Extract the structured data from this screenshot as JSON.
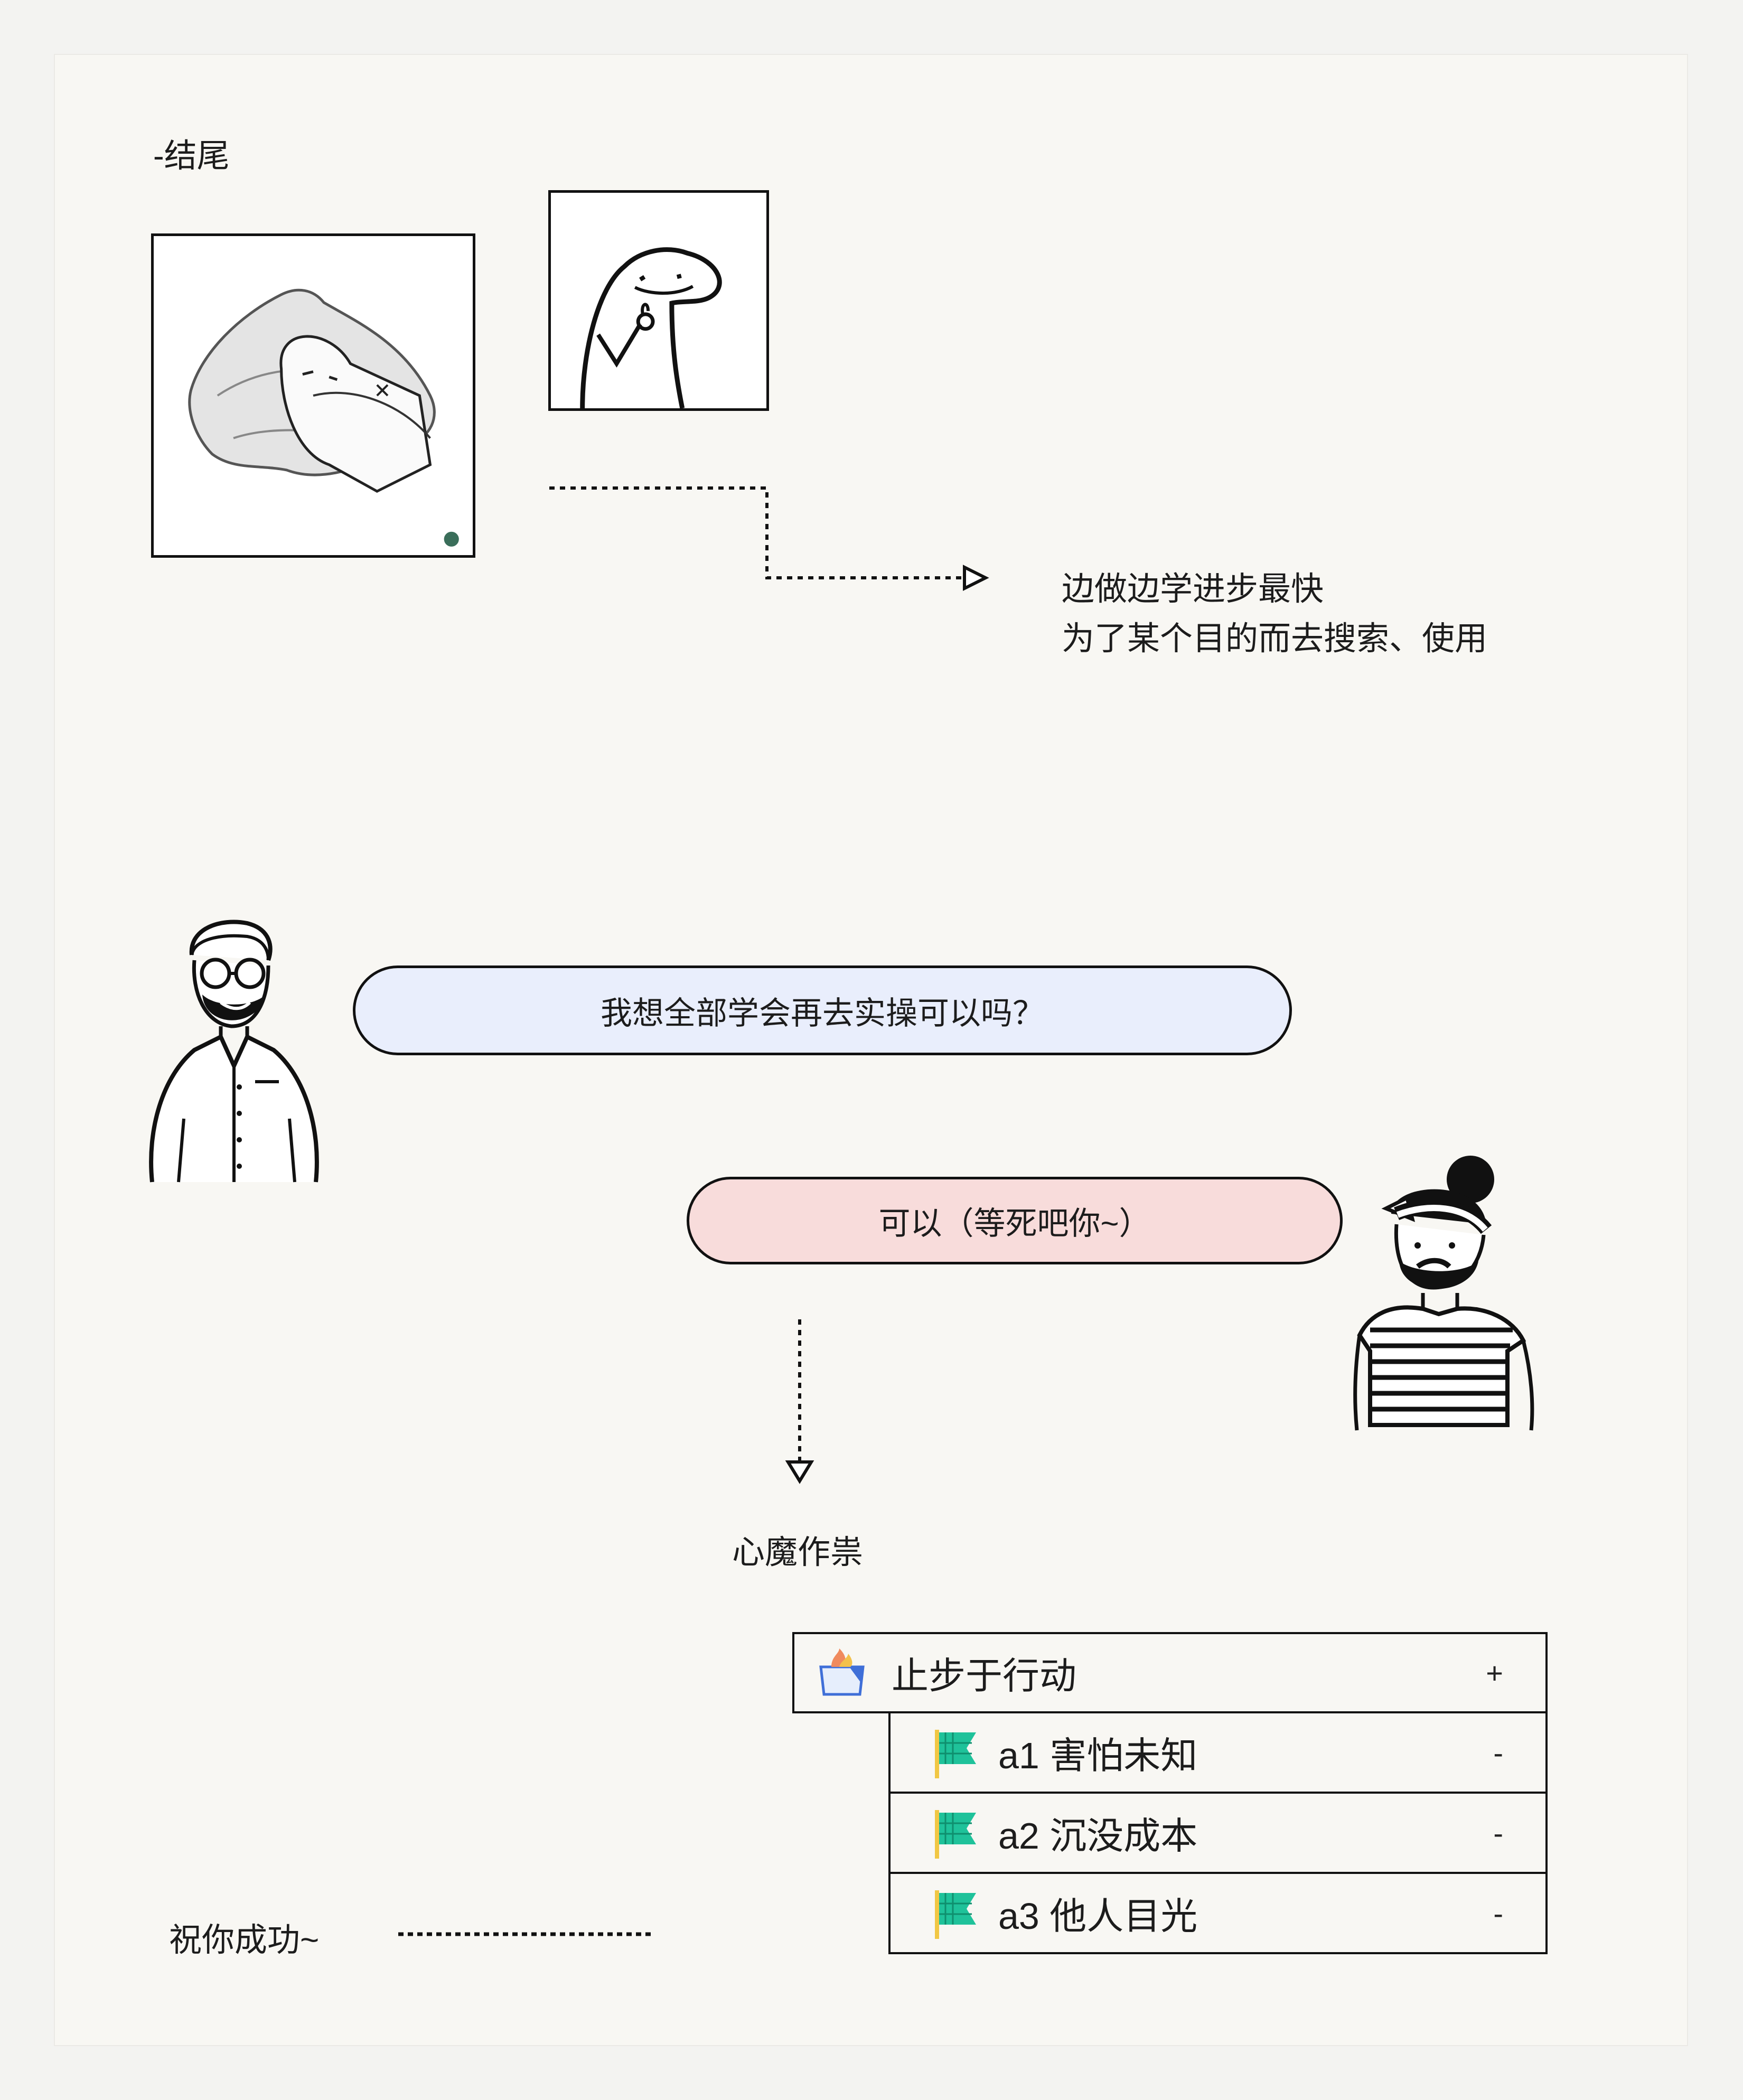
{
  "section_title": "-结尾",
  "tip": {
    "line1": "边做边学进步最快",
    "line2": "为了某个目的而去搜索、使用"
  },
  "dialog": {
    "question": "我想全部学会再去实操可以吗？",
    "answer": "可以（等死吧你~）",
    "result": "心魔作祟"
  },
  "outline": {
    "root_label": "止步于行动",
    "root_toggle": "+",
    "items": [
      {
        "label": "a1 害怕未知",
        "toggle": "-"
      },
      {
        "label": "a2 沉没成本",
        "toggle": "-"
      },
      {
        "label": "a3 他人目光",
        "toggle": "-"
      }
    ]
  },
  "closing": "祝你成功~",
  "colors": {
    "question_bubble": "#e9eefc",
    "answer_bubble": "#f8dcdb",
    "flag_green": "#1fc29a",
    "flag_pole": "#f1c744"
  }
}
